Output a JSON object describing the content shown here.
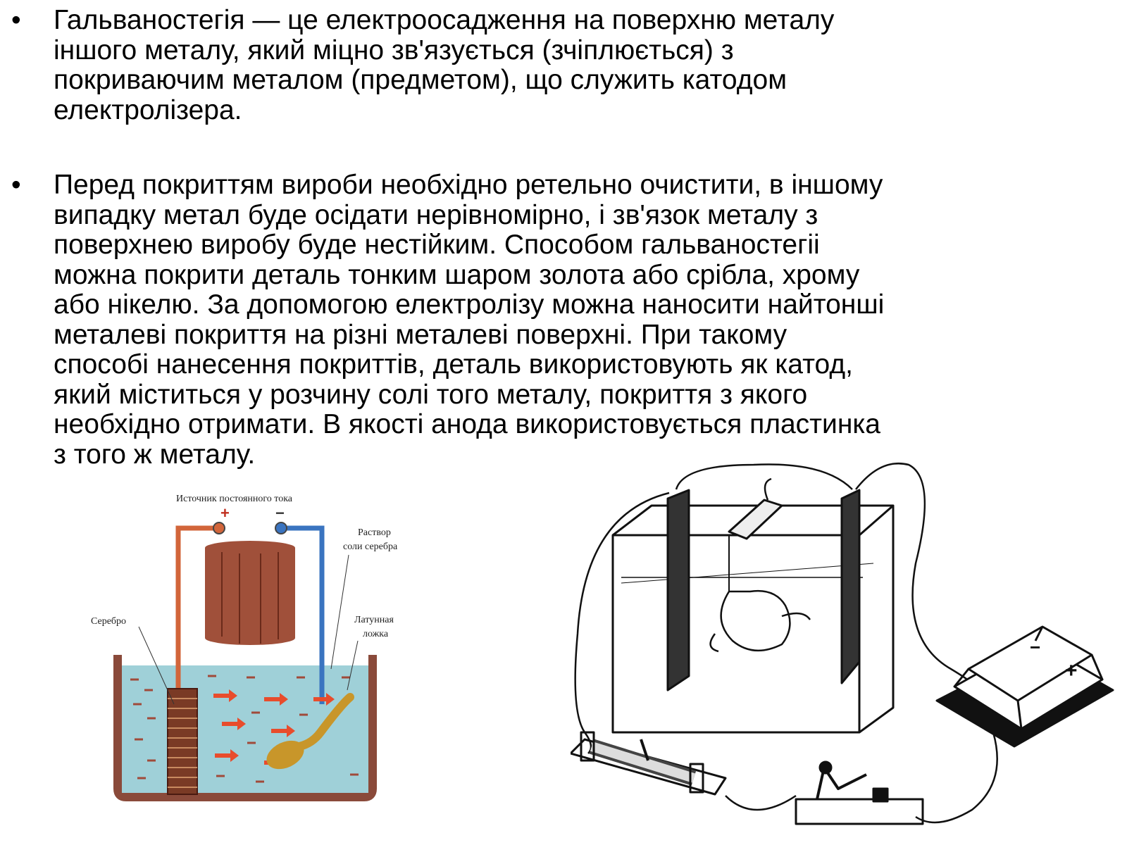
{
  "paragraphs": [
    {
      "bullet": "•",
      "text": "Гальваностегія — це електроосадження на поверхню металу\nіншого металу, який міцно зв'язується (зчіплюється) з\nпокриваючим металом (предметом), що служить катодом\nелектролізера."
    },
    {
      "bullet": "•",
      "text": "Перед покриттям вироби необхідно ретельно очистити, в іншому\nвипадку метал буде осідати нерівномірно, і зв'язок металу з\nповерхнею виробу буде нестійким. Способом гальваностегіі\nможна покрити деталь тонким шаром золота або срібла, хрому\nабо нікелю. За допомогою електролізу можна наносити найтонші\nметалеві покриття на різні металеві поверхні. При такому\nспособі нанесення покриттів, деталь використовують як катод,\nякий міститься у розчину солі того металу, покриття з якого\nнеобхідно отримати. В якості анода використовується пластинка\nз того ж металу."
    }
  ],
  "diagram_left": {
    "source_label": "Источник постоянного тока",
    "plus_sign": "+",
    "minus_sign": "−",
    "solution_label_line1": "Раствор",
    "solution_label_line2": "соли серебра",
    "silver_label": "Серебро",
    "spoon_label_line1": "Латунная",
    "spoon_label_line2": "ложка",
    "colors": {
      "liquid": "#9fd0d8",
      "container": "#8a4a3a",
      "battery": "#a0503a",
      "positive_wire": "#d2653a",
      "negative_wire": "#3a74c0",
      "arrow": "#e84c2c",
      "spoon": "#c8962a"
    }
  },
  "diagram_right": {
    "battery_plus": "+",
    "battery_minus": "−"
  }
}
